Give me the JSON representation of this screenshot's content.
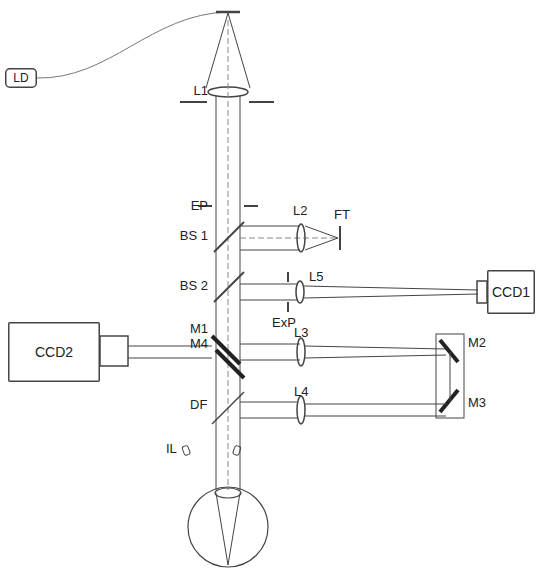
{
  "diagram": {
    "nodes": [
      {
        "text": [
          "LD"
        ]
      },
      {
        "text": [
          "CCD1"
        ]
      },
      {
        "text": [
          "CCD2"
        ]
      }
    ],
    "labels": [
      "L1",
      "EP",
      "BS 1",
      "L2",
      "FT",
      "BS 2",
      "L5",
      "ExP",
      "M1",
      "M4",
      "L3",
      "M2",
      "M3",
      "DF",
      "L4",
      "IL"
    ]
  }
}
